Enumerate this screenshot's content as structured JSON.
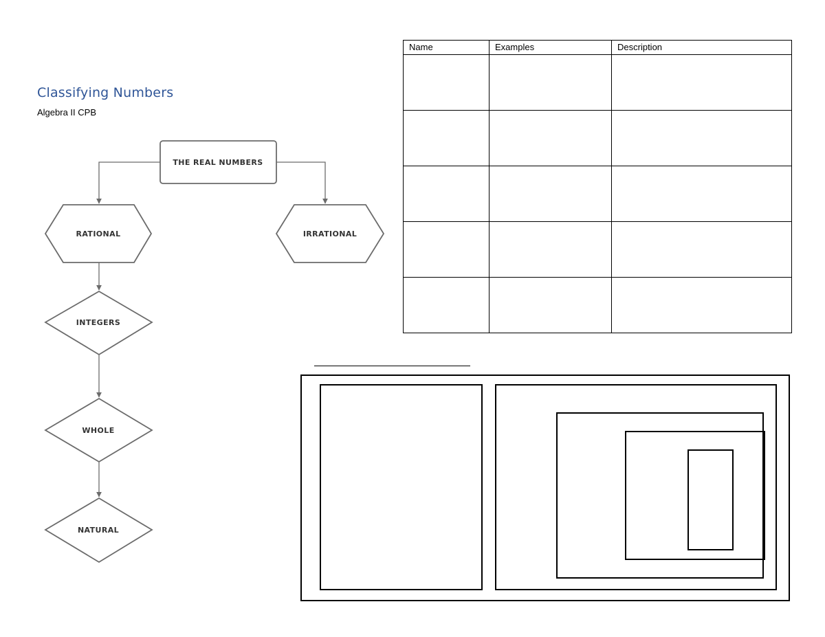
{
  "header": {
    "title": "Classifying Numbers",
    "subtitle": "Algebra II CPB"
  },
  "flowchart": {
    "root": "THE REAL NUMBERS",
    "left_branch": "RATIONAL",
    "right_branch": "IRRATIONAL",
    "chain": [
      "INTEGERS",
      "WHOLE",
      "NATURAL"
    ],
    "colors": {
      "stroke": "#6b6b6b",
      "text": "#333333"
    }
  },
  "table": {
    "headers": [
      "Name",
      "Examples",
      "Description"
    ],
    "rows": [
      [
        "",
        "",
        ""
      ],
      [
        "",
        "",
        ""
      ],
      [
        "",
        "",
        ""
      ],
      [
        "",
        "",
        ""
      ],
      [
        "",
        "",
        ""
      ]
    ]
  },
  "venn": {
    "answer_line": ""
  },
  "colors": {
    "title": "#2f5597",
    "text": "#000000"
  }
}
